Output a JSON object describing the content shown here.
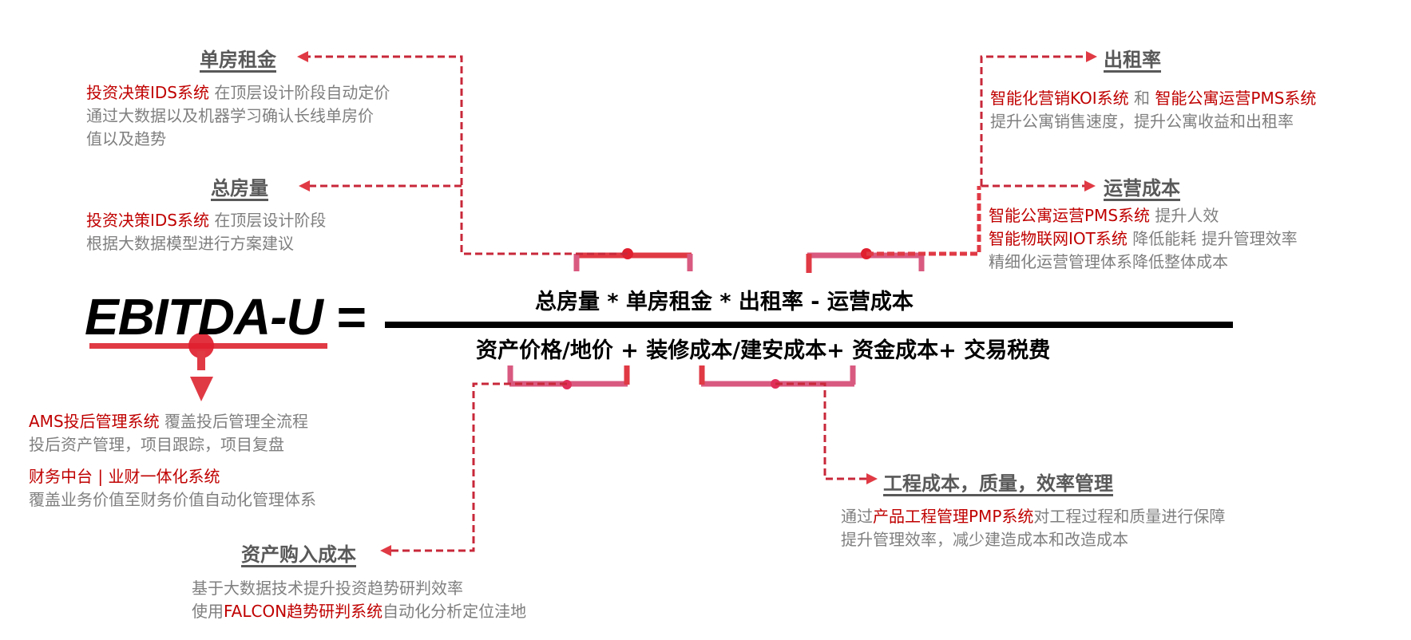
{
  "formula": {
    "lhs": "EBITDA-U =",
    "numerator": "总房量 * 单房租金 * 出租率 - 运营成本",
    "denominator": "资产价格/地价 + 装修成本/建安成本+ 资金成本+ 交易税费"
  },
  "colors": {
    "accent_red": "#e03a45",
    "accent_pink": "#d95a80",
    "system_red": "#c00000",
    "heading_gray": "#595959",
    "desc_gray": "#7f7f7f",
    "formula_black": "#000000"
  },
  "nodes": {
    "unit_rent": {
      "heading": "单房租金",
      "lines": [
        {
          "system": "投资决策IDS系统",
          "text": " 在顶层设计阶段自动定价"
        },
        {
          "system": "",
          "text": "通过大数据以及机器学习确认长线单房价"
        },
        {
          "system": "",
          "text": "值以及趋势"
        }
      ]
    },
    "total_rooms": {
      "heading": "总房量",
      "lines": [
        {
          "system": "投资决策IDS系统",
          "text": " 在顶层设计阶段"
        },
        {
          "system": "",
          "text": "根据大数据模型进行方案建议"
        }
      ]
    },
    "occupancy": {
      "heading": "出租率",
      "line1_system_a": "智能化营销KOI系统",
      "line1_join": " 和 ",
      "line1_system_b": "智能公寓运营PMS系统",
      "line2": "提升公寓销售速度，提升公寓收益和出租率"
    },
    "operating_cost": {
      "heading": "运营成本",
      "lines": [
        {
          "system": "智能公寓运营PMS系统",
          "text": " 提升人效"
        },
        {
          "system": "智能物联网IOT系统",
          "text": " 降低能耗 提升管理效率"
        },
        {
          "system": "",
          "text": "精细化运营管理体系降低整体成本"
        }
      ]
    },
    "post_investment": {
      "lines": [
        {
          "system": "AMS投后管理系统",
          "text": " 覆盖投后管理全流程"
        },
        {
          "system": "",
          "text": "投后资产管理，项目跟踪，项目复盘"
        }
      ],
      "finance_system": "财务中台 | 业财一体化系统",
      "finance_text": "覆盖业务价值至财务价值自动化管理体系"
    },
    "asset_acquisition": {
      "heading": "资产购入成本",
      "line1": "基于大数据技术提升投资趋势研判效率",
      "line2_prefix": "使用",
      "line2_system": "FALCON趋势研判系统",
      "line2_suffix": "自动化分析定位洼地"
    },
    "engineering": {
      "heading": "工程成本，质量，效率管理",
      "line1_prefix": "通过",
      "line1_system": "产品工程管理PMP系统",
      "line1_suffix": "对工程过程和质量进行保障",
      "line2": "提升管理效率，减少建造成本和改造成本"
    }
  }
}
